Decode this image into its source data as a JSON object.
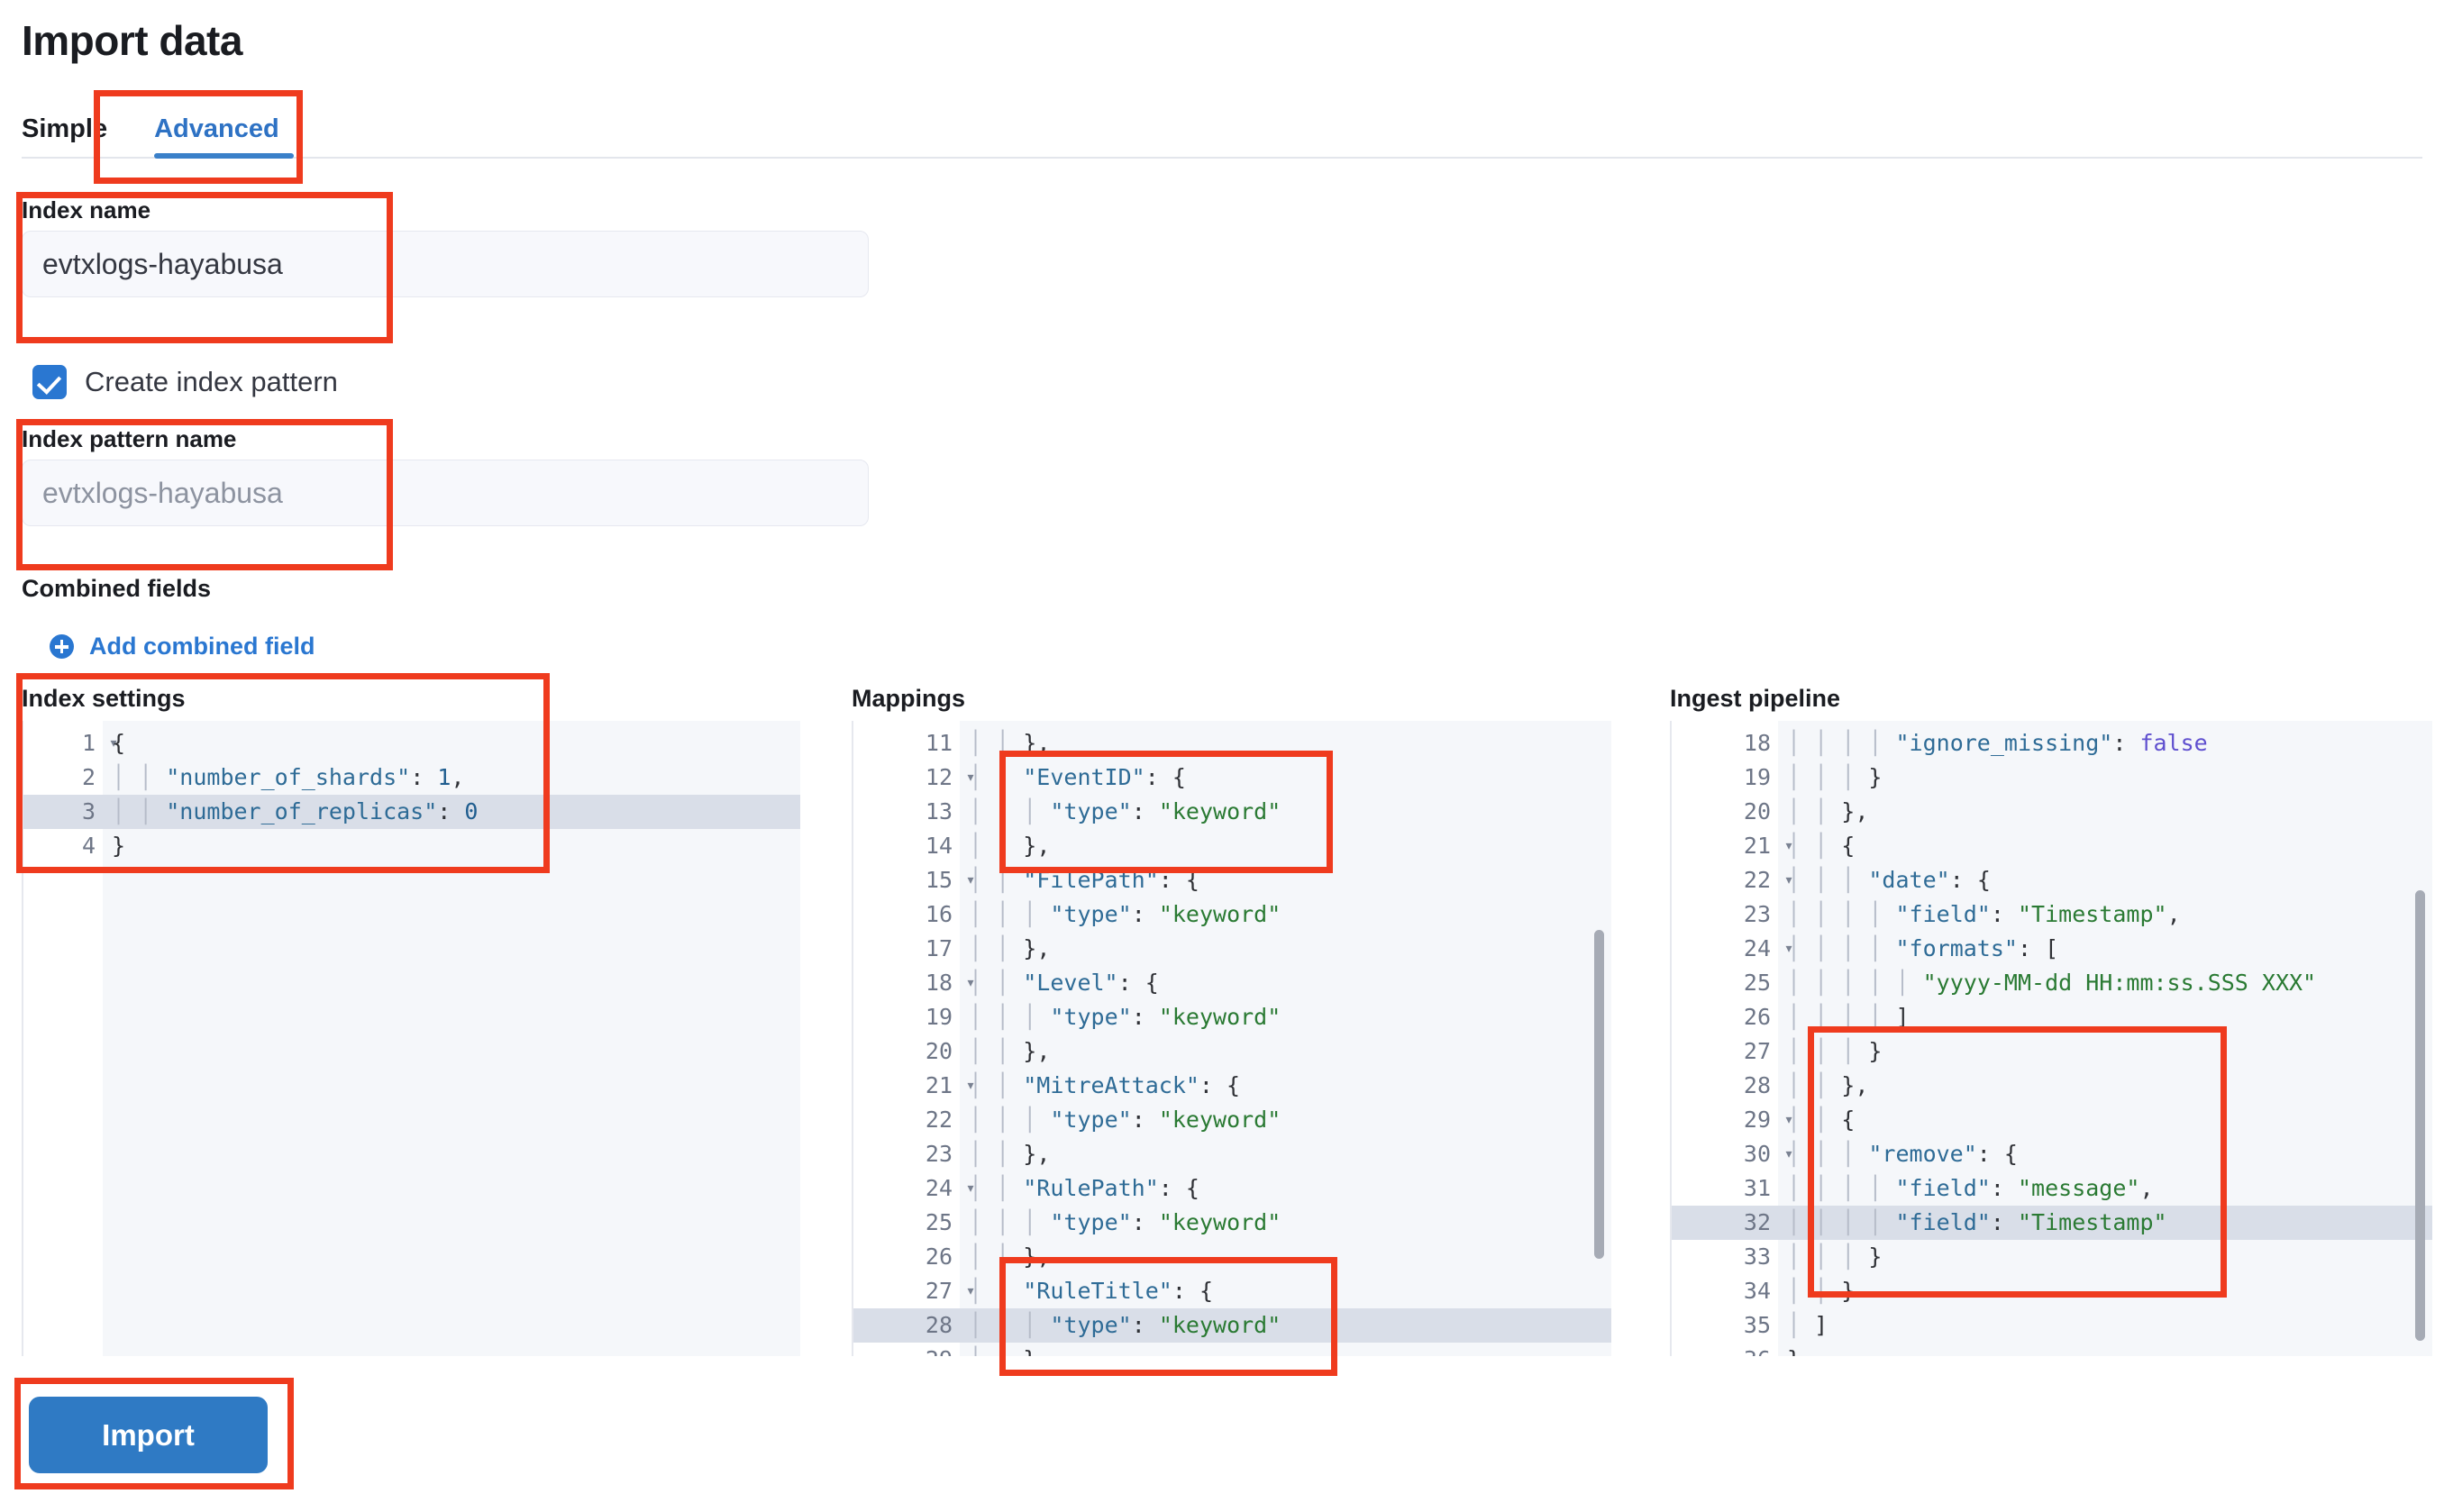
{
  "page": {
    "title": "Import data"
  },
  "tabs": [
    {
      "label": "Simple",
      "active": false
    },
    {
      "label": "Advanced",
      "active": true
    }
  ],
  "index_name": {
    "label": "Index name",
    "value": "evtxlogs-hayabusa"
  },
  "create_index_pattern": {
    "label": "Create index pattern",
    "checked": true
  },
  "index_pattern_name": {
    "label": "Index pattern name",
    "placeholder": "evtxlogs-hayabusa",
    "value": ""
  },
  "combined_fields": {
    "title": "Combined fields",
    "add_link_label": "Add combined field",
    "add_icon": "plus-circle-icon"
  },
  "editors": {
    "index_settings": {
      "title": "Index settings",
      "first_line": 1,
      "highlighted_line": 3,
      "fold_lines": [
        1
      ],
      "lines": [
        "{",
        "    \"number_of_shards\": 1,",
        "    \"number_of_replicas\": 0",
        "}"
      ]
    },
    "mappings": {
      "title": "Mappings",
      "first_line": 11,
      "highlighted_line": 28,
      "fold_lines": [
        12,
        15,
        18,
        21,
        24,
        27
      ],
      "lines": [
        "    },",
        "    \"EventID\": {",
        "      \"type\": \"keyword\"",
        "    },",
        "    \"FilePath\": {",
        "      \"type\": \"keyword\"",
        "    },",
        "    \"Level\": {",
        "      \"type\": \"keyword\"",
        "    },",
        "    \"MitreAttack\": {",
        "      \"type\": \"keyword\"",
        "    },",
        "    \"RulePath\": {",
        "      \"type\": \"keyword\"",
        "    },",
        "    \"RuleTitle\": {",
        "      \"type\": \"keyword\"",
        "    },"
      ]
    },
    "ingest_pipeline": {
      "title": "Ingest pipeline",
      "first_line": 18,
      "highlighted_line": 32,
      "fold_lines": [
        21,
        22,
        24,
        29,
        30
      ],
      "lines": [
        "        \"ignore_missing\": false",
        "      }",
        "    },",
        "    {",
        "      \"date\": {",
        "        \"field\": \"Timestamp\",",
        "        \"formats\": [",
        "          \"yyyy-MM-dd HH:mm:ss.SSS XXX\"",
        "        ]",
        "      }",
        "    },",
        "    {",
        "      \"remove\": {",
        "        \"field\": \"message\",",
        "        \"field\": \"Timestamp\"",
        "      }",
        "    }",
        "  ]",
        "}"
      ]
    }
  },
  "import_button": {
    "label": "Import"
  },
  "colors": {
    "annotation": "#ef3b1e",
    "accent_blue": "#2a77d1",
    "button_blue": "#2f7ac4",
    "tab_active": "#2e72c4"
  }
}
